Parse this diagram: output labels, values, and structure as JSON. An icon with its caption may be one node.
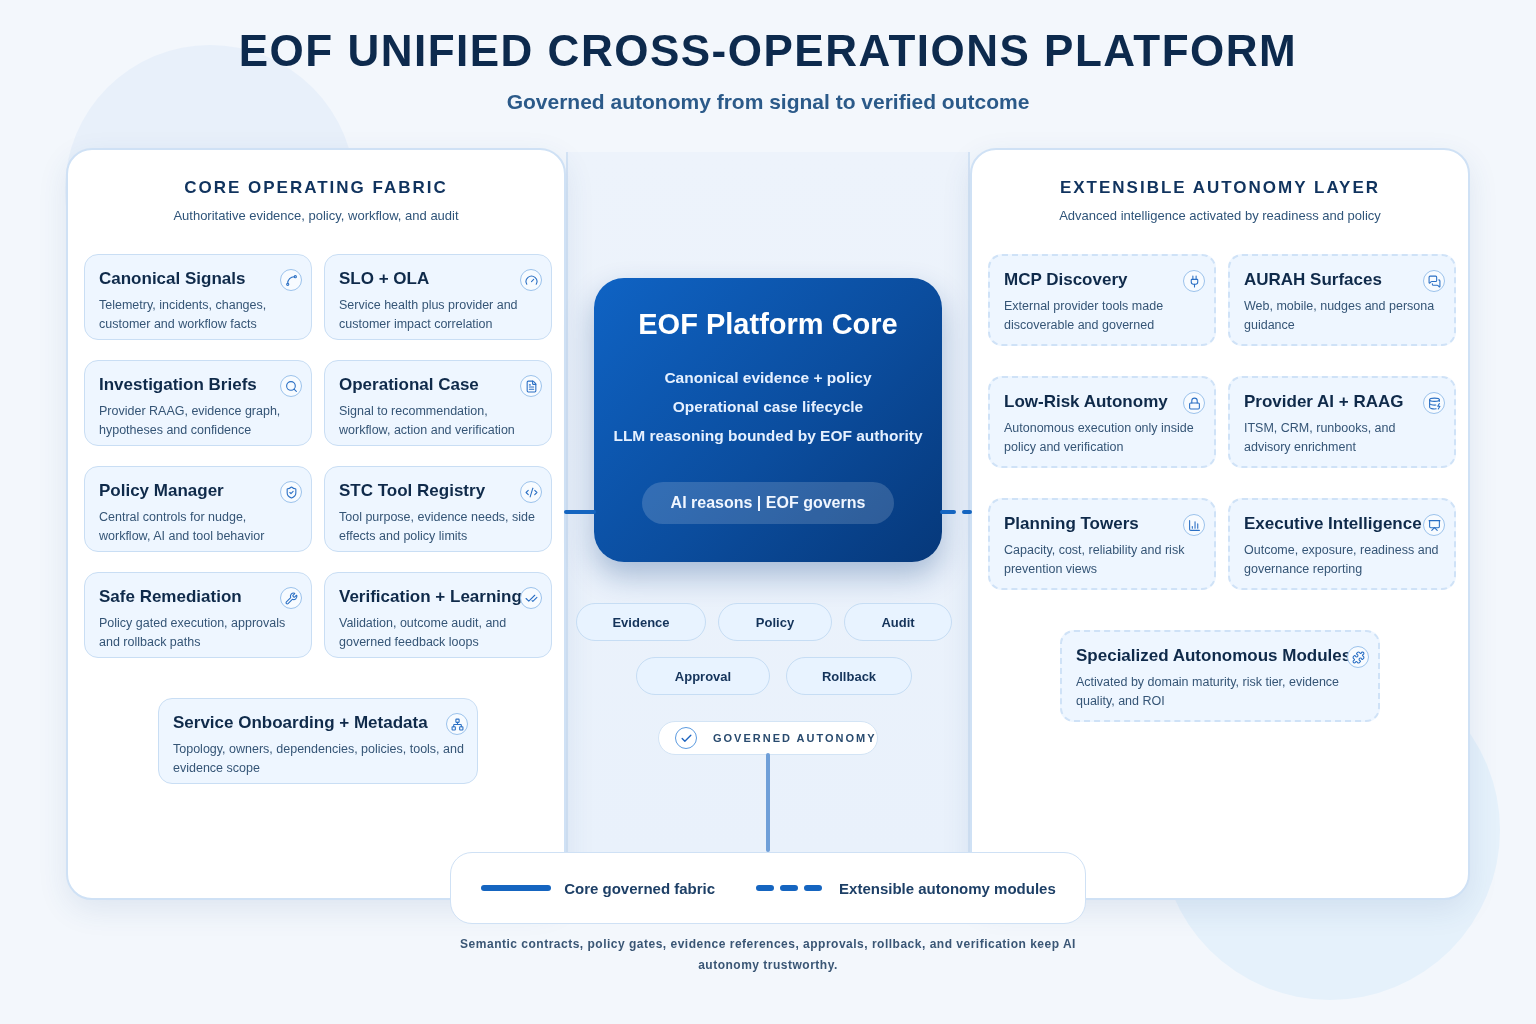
{
  "diagram": {
    "title": "EOF UNIFIED CROSS-OPERATIONS PLATFORM",
    "caption": "Semantic contracts, policy gates, evidence references, approvals, rollback, and verification keep AI autonomy trustworthy.",
    "nodes": [
      {
        "text": [
          "CORE OPERATING FABRIC",
          "Authoritative evidence, policy, workflow, and audit"
        ]
      },
      {
        "text": [
          "Canonical Signals",
          "Telemetry, incidents, changes, customer and workflow facts"
        ],
        "in": 0
      },
      {
        "text": [
          "SLO + OLA",
          "Service health plus provider and customer impact correlation"
        ],
        "in": 0
      },
      {
        "text": [
          "Investigation Briefs",
          "Provider RAAG, evidence graph, hypotheses and confidence"
        ],
        "in": 0
      },
      {
        "text": [
          "Operational Case",
          "Signal to recommendation, workflow, action and verification"
        ],
        "in": 0
      },
      {
        "text": [
          "Policy Manager",
          "Central controls for nudge, workflow, AI and tool behavior"
        ],
        "in": 0
      },
      {
        "text": [
          "STC Tool Registry",
          "Tool purpose, evidence needs, side effects and policy limits"
        ],
        "in": 0
      },
      {
        "text": [
          "Safe Remediation",
          "Policy gated execution, approvals and rollback paths"
        ],
        "in": 0
      },
      {
        "text": [
          "Verification + Learning",
          "Validation, outcome audit, and governed feedback loops"
        ],
        "in": 0
      },
      {
        "text": [
          "Service Onboarding + Metadata",
          "Topology, owners, dependencies, policies, tools, and evidence scope"
        ],
        "in": 0
      },
      {
        "text": [
          "EXTENSIBLE AUTONOMY LAYER",
          "Advanced intelligence activated by readiness and policy"
        ]
      },
      {
        "text": [
          "MCP Discovery",
          "External provider tools made discoverable and governed"
        ],
        "in": 10
      },
      {
        "text": [
          "AURAH Surfaces",
          "Web, mobile, nudges and persona guidance"
        ],
        "in": 10
      },
      {
        "text": [
          "Low-Risk Autonomy",
          "Autonomous execution only inside policy and verification"
        ],
        "in": 10
      },
      {
        "text": [
          "Provider AI + RAAG",
          "ITSM, CRM, runbooks, and advisory enrichment"
        ],
        "in": 10
      },
      {
        "text": [
          "Planning Towers",
          "Capacity, cost, reliability and risk prevention views"
        ],
        "in": 10
      },
      {
        "text": [
          "Executive Intelligence",
          "Outcome, exposure, readiness and governance reporting"
        ],
        "in": 10
      },
      {
        "text": [
          "Specialized Autonomous Modules",
          "Activated by domain maturity, risk tier, evidence quality, and ROI"
        ],
        "in": 10
      },
      {
        "text": [
          "EOF Platform Core",
          "Canonical evidence + policy",
          "Operational case lifecycle",
          "LLM reasoning bounded by EOF authority"
        ]
      },
      {
        "text": [
          "AI reasons | EOF governs"
        ],
        "in": 18
      },
      {
        "text": [
          "Evidence"
        ]
      },
      {
        "text": [
          "Policy"
        ]
      },
      {
        "text": [
          "Audit"
        ]
      },
      {
        "text": [
          "Approval"
        ]
      },
      {
        "text": [
          "Rollback"
        ]
      },
      {
        "text": [
          "GOVERNED AUTONOMY"
        ]
      }
    ],
    "edges": [
      {
        "from": 0,
        "to": 18,
        "arrow": "none"
      },
      {
        "from": 18,
        "to": 10,
        "arrow": "none",
        "style": "dashed"
      },
      {
        "from": 25,
        "to": null,
        "arrow": "none",
        "color": "#6f9fd8"
      }
    ],
    "labels": [
      "Governed autonomy from signal to verified outcome"
    ],
    "legend": [
      {
        "text": "Core governed fabric"
      },
      {
        "text": "Extensible autonomy modules"
      }
    ]
  }
}
